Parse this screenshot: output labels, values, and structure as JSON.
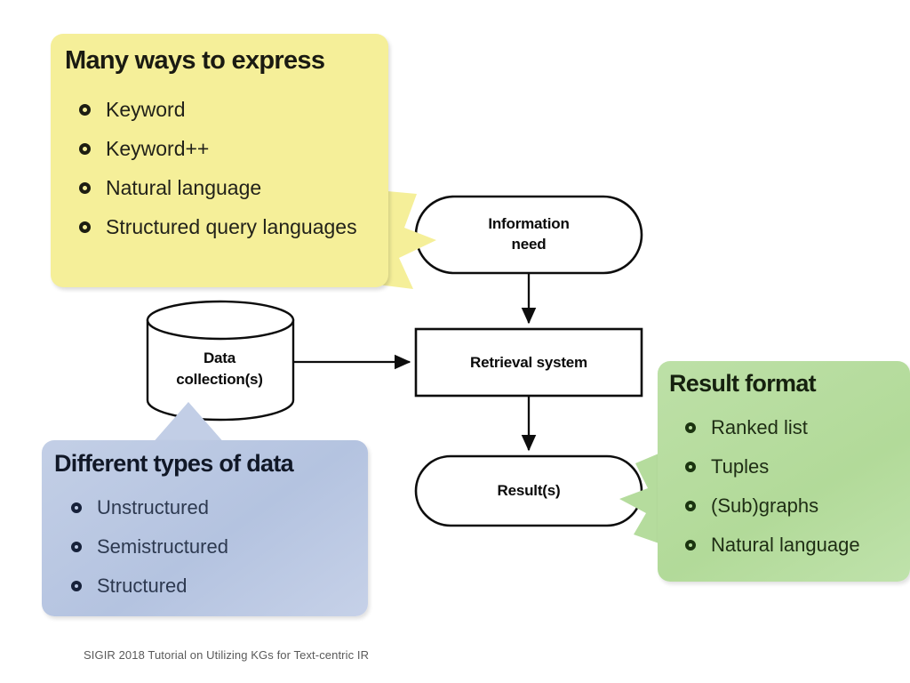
{
  "slide": {
    "footer": "SIGIR 2018 Tutorial on Utilizing KGs for Text-centric IR"
  },
  "flow": {
    "nodes": [
      {
        "id": "information-need",
        "label": "Information\nneed",
        "shape": "stadium"
      },
      {
        "id": "data-collection",
        "label": "Data\ncollection(s)",
        "shape": "cylinder"
      },
      {
        "id": "retrieval-system",
        "label": "Retrieval system",
        "shape": "rectangle"
      },
      {
        "id": "results",
        "label": "Result(s)",
        "shape": "stadium"
      }
    ],
    "information_need_line1": "Information",
    "information_need_line2": "need",
    "data_collection_line1": "Data",
    "data_collection_line2": "collection(s)",
    "retrieval_system": "Retrieval system",
    "results": "Result(s)",
    "edges": [
      {
        "from": "information-need",
        "to": "retrieval-system",
        "direction": "down"
      },
      {
        "from": "data-collection",
        "to": "retrieval-system",
        "direction": "right"
      },
      {
        "from": "retrieval-system",
        "to": "results",
        "direction": "down"
      }
    ]
  },
  "callouts": [
    {
      "id": "query",
      "title": "Many ways to express",
      "color": "#f5ef99",
      "points_to": "information-need",
      "items": [
        "Keyword",
        "Keyword++",
        "Natural language",
        "Structured query languages"
      ]
    },
    {
      "id": "datatypes",
      "title": "Different types of data",
      "color": "#bac8e3",
      "points_to": "data-collection",
      "items": [
        "Unstructured",
        "Semistructured",
        "Structured"
      ]
    },
    {
      "id": "resultformat",
      "title": "Result format",
      "color": "#b5dc9d",
      "points_to": "results",
      "items": [
        "Ranked list",
        "Tuples",
        "(Sub)graphs",
        "Natural language"
      ]
    }
  ],
  "icons": {
    "bullet": "ring-bullet-icon"
  }
}
